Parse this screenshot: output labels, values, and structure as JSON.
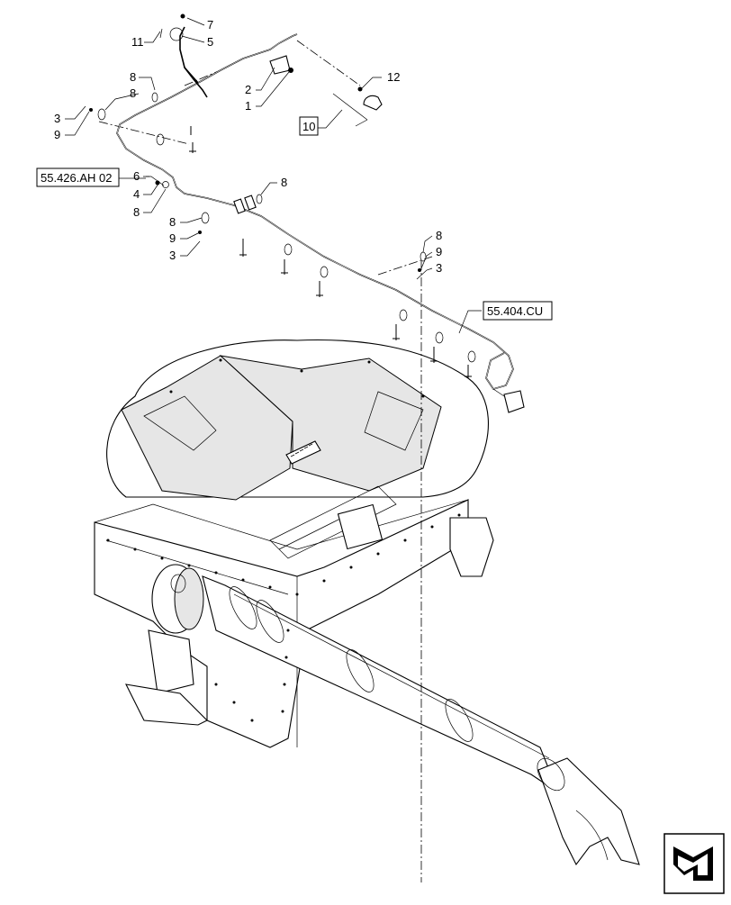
{
  "callouts": {
    "n1": "1",
    "n2": "2",
    "n3": "3",
    "n4": "4",
    "n5": "5",
    "n6": "6",
    "n7": "7",
    "n8": "8",
    "n9": "9",
    "n10": "10",
    "n11": "11",
    "n12": "12"
  },
  "references": {
    "ref_harness": "55.426.AH 02",
    "ref_light": "55.404.CU"
  },
  "icons": {
    "nav": "return-arrow-icon"
  }
}
